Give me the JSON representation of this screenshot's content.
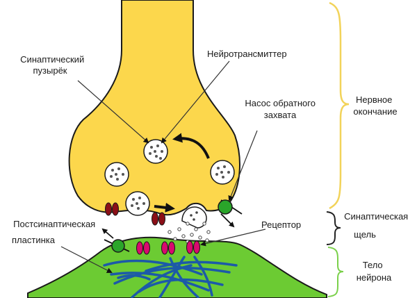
{
  "labels": {
    "vesicle_line1": "Синаптический",
    "vesicle_line2": "пузырёк",
    "neurotransmitter": "Нейротрансмиттер",
    "pump_line1": "Насос обратного",
    "pump_line2": "захвата",
    "postsynaptic_line1": "Постсинаптическая",
    "postsynaptic_line2": "пластинка",
    "receptor": "Рецептор"
  },
  "brackets": {
    "nerve_ending_line1": "Нервное",
    "nerve_ending_line2": "окончание",
    "cleft_line1": "Синаптическая",
    "cleft_line2": "щель",
    "body_line1": "Тело",
    "body_line2": "нейрона"
  },
  "colors": {
    "terminal": "#fcd74c",
    "neuron_body": "#6ccb33",
    "receptor": "#d80a6e",
    "channel": "#8b0f17",
    "pump": "#2aa52a",
    "fibers": "#1c5aa8",
    "bracket_yellow": "#f2d35a",
    "bracket_black": "#222222",
    "bracket_green": "#7ad04a"
  }
}
